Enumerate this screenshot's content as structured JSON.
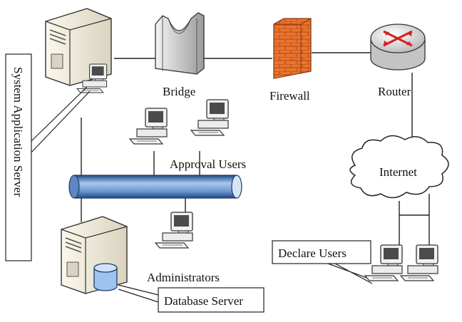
{
  "labels": {
    "system_server": "System Application Server",
    "bridge": "Bridge",
    "firewall": "Firewall",
    "router": "Router",
    "internet": "Internet",
    "approval_users": "Approval Users",
    "administrators": "Administrators",
    "database_server": "Database Server",
    "declare_users": "Declare Users"
  },
  "icons": {
    "server": "server-tower-icon",
    "bridge": "bridge-icon",
    "firewall": "brick-firewall-icon",
    "router": "router-icon",
    "cloud": "internet-cloud-icon",
    "workstation": "workstation-icon",
    "database": "database-cylinder-icon",
    "backbone": "network-backbone-pipe"
  },
  "colors": {
    "line": "#222222",
    "pipe": "#8fb3e0",
    "pipe_dark": "#1f4a86",
    "firewall_brick": "#e86b2c",
    "router_body": "#e6e6e6",
    "router_arrows": "#d62020",
    "server_body": "#f3efe0",
    "bridge_fill": "#d8d8d8"
  }
}
